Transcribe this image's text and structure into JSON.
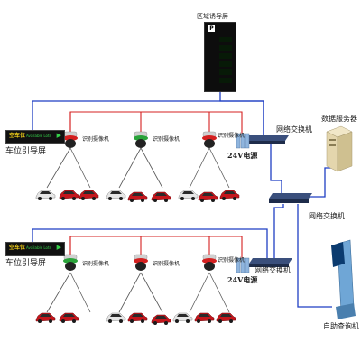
{
  "zone_display_label": "区域诱导屏",
  "zone_display": {
    "logo": "P",
    "rows": [
      {
        "label": "",
        "value": ""
      },
      {
        "label": "",
        "value": ""
      },
      {
        "label": "",
        "value": ""
      },
      {
        "label": "",
        "value": ""
      },
      {
        "label": "",
        "value": ""
      },
      {
        "label": "",
        "value": ""
      }
    ]
  },
  "guide_sign": {
    "yellow_text": "空车位",
    "green_text": "Available Lots",
    "arrow": "▶"
  },
  "labels": {
    "guide_screen": "车位引导屏",
    "camera": "识别摄像机",
    "power_24v": "24V电源",
    "switch": "网络交换机",
    "data_server": "数据服务器",
    "kiosk": "自助查询机"
  },
  "colors": {
    "network_line": "#1f3fc4",
    "power_line": "#d42020",
    "camera_green": "#2aa33a",
    "camera_red": "#d42020",
    "car_red": "#c4161c",
    "car_white": "#e6e6e6"
  }
}
